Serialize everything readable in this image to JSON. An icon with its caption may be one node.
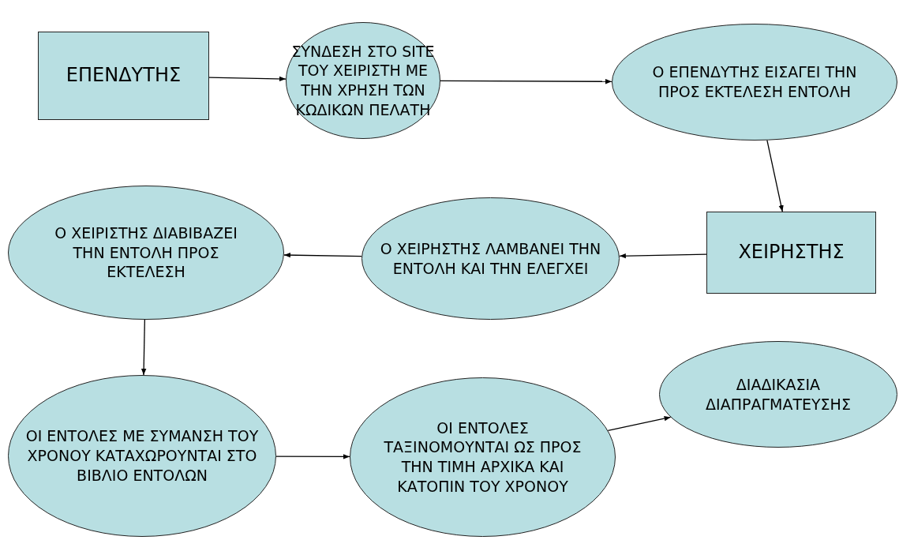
{
  "diagram": {
    "nodes": [
      {
        "text": [
          "ΕΠΕΝΔΥΤΗΣ"
        ]
      },
      {
        "text": [
          "ΣΥΝΔΕΣΗ ΣΤΟ SITE ΤΟΥ ΧΕΙΡΙΣΤΗ ΜΕ ΤΗΝ ΧΡΗΣΗ ΤΩΝ ΚΩΔΙΚΩΝ ΠΕΛΑΤΗ"
        ]
      },
      {
        "text": [
          "Ο ΕΠΕΝΔΥΤΗΣ ΕΙΣΑΓΕΙ ΤΗΝ ΠΡΟΣ ΕΚΤΕΛΕΣΗ ΕΝΤΟΛΗ"
        ]
      },
      {
        "text": [
          "ΧΕΙΡΗΣΤΗΣ"
        ]
      },
      {
        "text": [
          "Ο ΧΕΙΡΗΣΤΗΣ ΛΑΜΒΑΝΕΙ ΤΗΝ ΕΝΤΟΛΗ ΚΑΙ ΤΗΝ ΕΛΕΓΧΕΙ"
        ]
      },
      {
        "text": [
          "Ο ΧΕΙΡΙΣΤΗΣ ΔΙΑΒΙΒΑΖΕΙ ΤΗΝ ΕΝΤΟΛΗ ΠΡΟΣ ΕΚΤΕΛΕΣΗ"
        ]
      },
      {
        "text": [
          "ΟΙ ΕΝΤΟΛΕΣ ΜΕ ΣΥΜΑΝΣΗ ΤΟΥ ΧΡΟΝΟΥ ΚΑΤΑΧΩΡΟΥΝΤΑΙ ΣΤΟ ΒΙΒΛΙΟ ΕΝΤΟΛΩΝ"
        ]
      },
      {
        "text": [
          "ΟΙ ΕΝΤΟΛΕΣ ΤΑΞΙΝΟΜΟΥΝΤΑΙ ΩΣ ΠΡΟΣ ΤΗΝ ΤΙΜΗ ΑΡΧΙΚΑ ΚΑΙ ΚΑΤΟΠΙΝ ΤΟΥ ΧΡΟΝΟΥ"
        ]
      },
      {
        "text": [
          "ΔΙΑΔΙΚΑΣΙΑ ΔΙΑΠΡΑΓΜΑΤΕΥΣΗΣ"
        ]
      }
    ],
    "edges": [
      {
        "from": 0,
        "to": 1,
        "arrow": "to"
      },
      {
        "from": 1,
        "to": 2,
        "arrow": "to"
      },
      {
        "from": 2,
        "to": 3,
        "arrow": "to"
      },
      {
        "from": 3,
        "to": 4,
        "arrow": "to"
      },
      {
        "from": 4,
        "to": 5,
        "arrow": "to"
      },
      {
        "from": 5,
        "to": 6,
        "arrow": "to"
      },
      {
        "from": 6,
        "to": 7,
        "arrow": "to"
      },
      {
        "from": 7,
        "to": 8,
        "arrow": "to"
      }
    ]
  }
}
